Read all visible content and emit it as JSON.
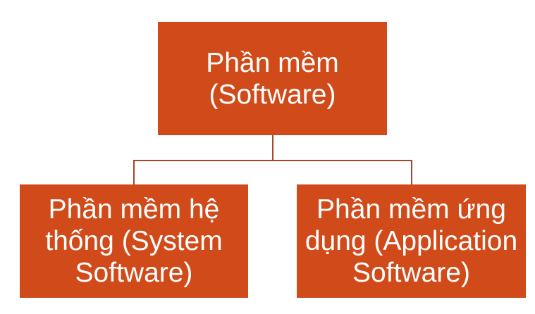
{
  "colors": {
    "box_fill": "#d14a19",
    "connector": "#a8452a",
    "text": "#ffffff"
  },
  "root": {
    "line1": "Phần mềm",
    "line2": "(Software)"
  },
  "children": [
    {
      "line1": "Phần mềm hệ",
      "line2": "thống (System",
      "line3": "Software)"
    },
    {
      "line1": "Phần mềm ứng",
      "line2": "dụng (Application",
      "line3": "Software)"
    }
  ]
}
